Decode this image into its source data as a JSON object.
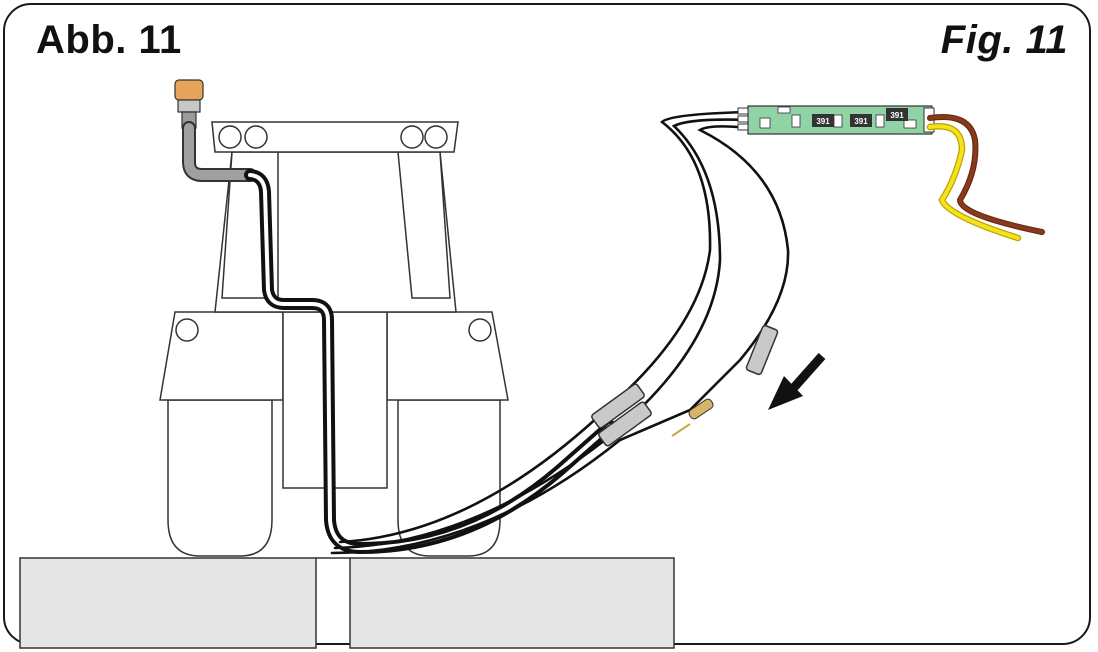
{
  "figure": {
    "label_de": "Abb. 11",
    "label_en": "Fig. 11"
  },
  "pcb": {
    "resistor_codes": [
      "391",
      "391",
      "391"
    ],
    "board_color": "#8fd3a6"
  },
  "wires": {
    "black": "#111111",
    "brown": "#8a3a1c",
    "yellow": "#f6e11c"
  },
  "lamp": {
    "cap_color": "#e8a35a",
    "cable_color": "#9a9a9a"
  },
  "surface": {
    "color": "#e6e6e6"
  },
  "arrow": {
    "direction": "down-left"
  }
}
